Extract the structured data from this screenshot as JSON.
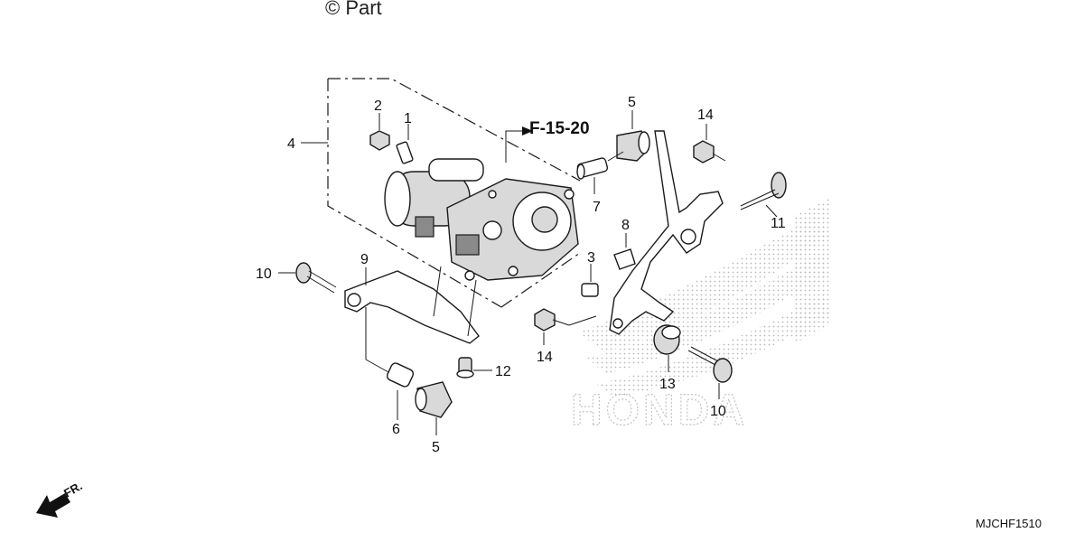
{
  "copyright": "© Part",
  "reference": "F-15-20",
  "diagram_code": "MJCHF1510",
  "front_label": "FR.",
  "watermark": {
    "brand": "HONDA",
    "color": "#bdbdbd"
  },
  "callouts": {
    "c1": "1",
    "c2": "2",
    "c3": "3",
    "c4": "4",
    "c5a": "5",
    "c5b": "5",
    "c6": "6",
    "c7": "7",
    "c8": "8",
    "c9": "9",
    "c10a": "10",
    "c10b": "10",
    "c11": "11",
    "c12": "12",
    "c13": "13",
    "c14a": "14",
    "c14b": "14"
  }
}
